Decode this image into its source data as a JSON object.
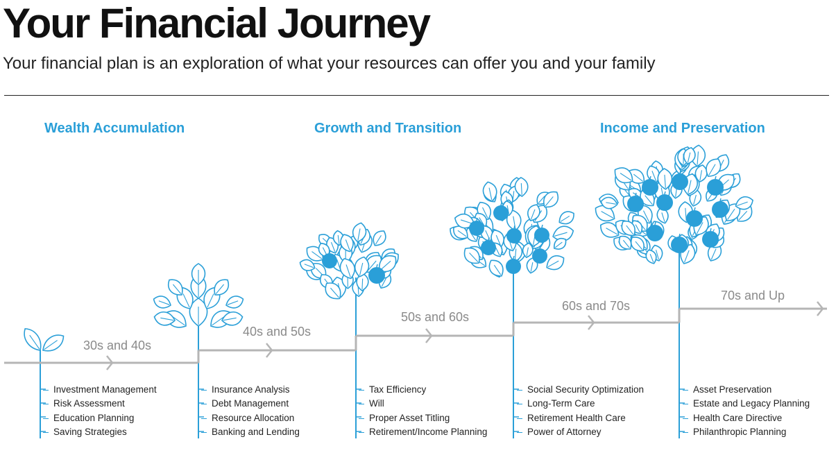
{
  "header": {
    "title": "Your Financial Journey",
    "subtitle": "Your financial plan is an exploration of what your resources can offer you and your family"
  },
  "phases": [
    {
      "label": "Wealth Accumulation"
    },
    {
      "label": "Growth and Transition"
    },
    {
      "label": "Income and Preservation"
    }
  ],
  "stages": [
    {
      "age": "30s and 40s",
      "items": [
        "Investment Management",
        "Risk Assessment",
        "Education Planning",
        "Saving Strategies"
      ]
    },
    {
      "age": "40s and 50s",
      "items": [
        "Insurance Analysis",
        "Debt Management",
        "Resource Allocation",
        "Banking and Lending"
      ]
    },
    {
      "age": "50s and 60s",
      "items": [
        "Tax Efficiency",
        "Will",
        "Proper Asset Titling",
        "Retirement/Income Planning"
      ]
    },
    {
      "age": "60s and 70s",
      "items": [
        "Social Security Optimization",
        "Long-Term Care",
        "Retirement Health Care",
        "Power of Attorney"
      ]
    },
    {
      "age": "70s and Up",
      "items": [
        "Asset Preservation",
        "Estate and Legacy Planning",
        "Health Care Directive",
        "Philanthropic Planning"
      ]
    }
  ],
  "colors": {
    "accent": "#2a9fd8",
    "arrow": "#b5b5b5",
    "age_text": "#8a8a8a"
  },
  "icons": [
    "sprout-icon",
    "sapling-icon",
    "tree-with-apples-icon",
    "fruit-tree-icon",
    "large-fruit-tree-icon"
  ]
}
